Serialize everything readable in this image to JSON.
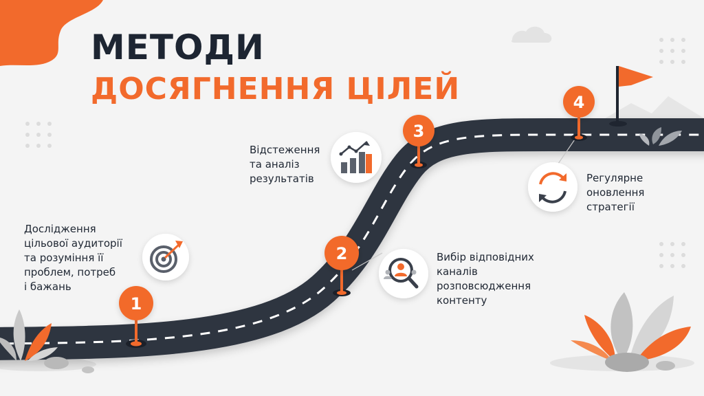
{
  "title": {
    "line1": "МЕТОДИ",
    "line2": "ДОСЯГНЕННЯ ЦІЛЕЙ"
  },
  "colors": {
    "accent": "#f26a2c",
    "road": "#2f3541",
    "title_dark": "#1d2532",
    "icon_gray": "#5a606b"
  },
  "steps": [
    {
      "number": "1",
      "text": "Дослідження\nцільової аудиторії\nта розуміння її\nпроблем, потреб\nі бажань",
      "icon": "target-icon"
    },
    {
      "number": "2",
      "text": "Вибір відповідних\nканалів\nрозповсюдження\nконтенту",
      "icon": "audience-search-icon"
    },
    {
      "number": "3",
      "text": "Відстеження\nта аналіз\nрезультатів",
      "icon": "analytics-chart-icon"
    },
    {
      "number": "4",
      "text": "Регулярне\nоновлення\nстратегії",
      "icon": "refresh-cycle-icon"
    }
  ]
}
